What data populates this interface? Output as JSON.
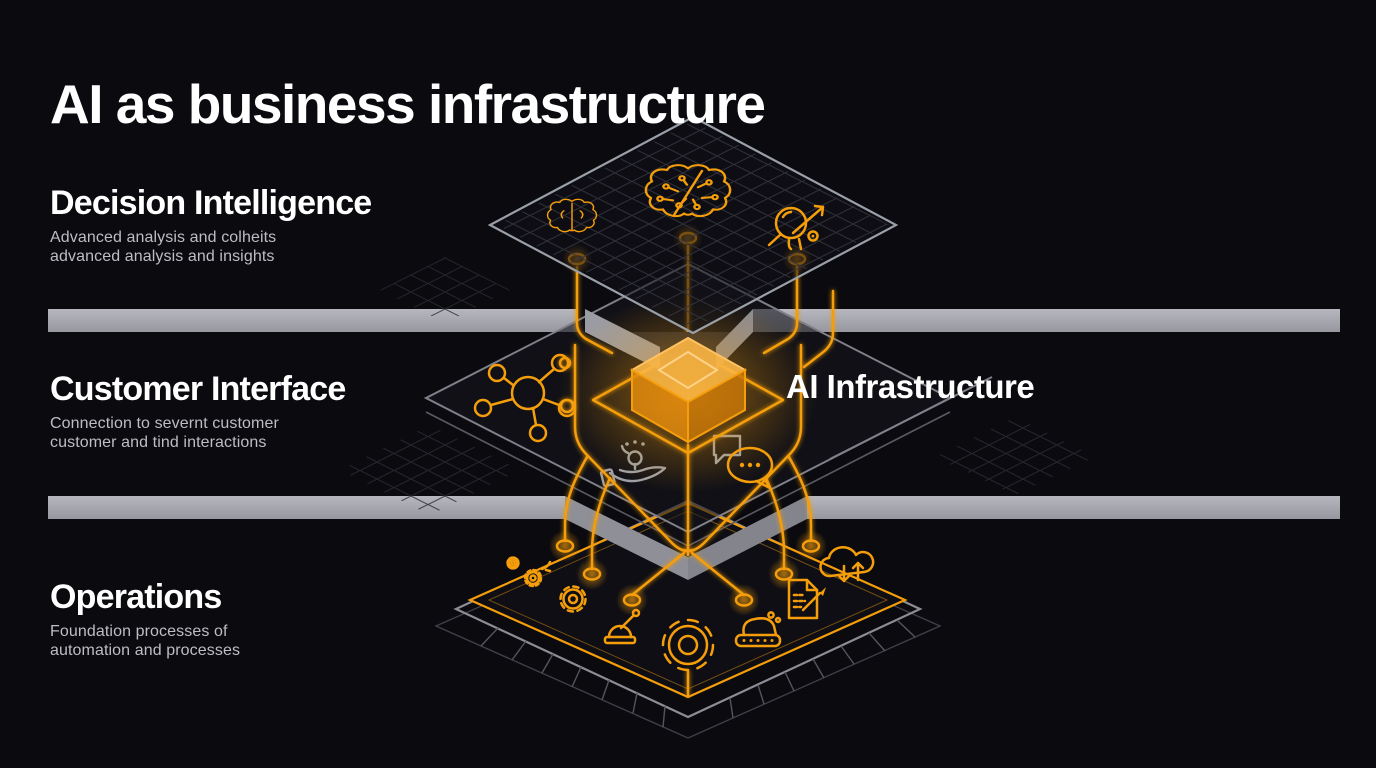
{
  "title": "AI as business infrastructure",
  "center_label": "AI Infrastructure",
  "sections": [
    {
      "heading": "Decision Intelligence",
      "line1": "Advanced analysis and colheits",
      "line2": "advanced analysis and insights"
    },
    {
      "heading": "Customer Interface",
      "line1": "Connection to severnt customer",
      "line2": "customer and tind interactions"
    },
    {
      "heading": "Operations",
      "line1": "Foundation processes of",
      "line2": "automation and processes"
    }
  ],
  "colors": {
    "background": "#0A0A0F",
    "accent_orange": "#F59E0B",
    "divider_bar_gray": "#A9A9B1",
    "layer_outline_gray": "#9AA0A8",
    "subtitle_gray": "#BDBDC4"
  },
  "icons": {
    "decision_layer": [
      "brain-icon",
      "circuit-brain-icon",
      "search-trend-icon"
    ],
    "customer_layer": [
      "network-hub-icon",
      "service-hand-icon",
      "chat-bubbles-icon"
    ],
    "operations_layer": [
      "small-gear-icon",
      "double-gear-icon",
      "medium-gear-icon",
      "robot-arm-icon",
      "large-gear-icon",
      "conveyor-robot-icon",
      "document-edit-icon",
      "cloud-sync-icon"
    ]
  }
}
